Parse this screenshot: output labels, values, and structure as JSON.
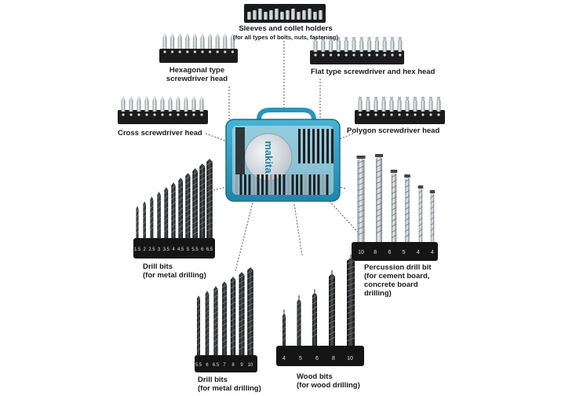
{
  "labels": {
    "sleeves_title": "Sleeves and collet holders",
    "sleeves_sub": "(for all types of bolts, nuts, fastening)",
    "hex_title_1": "Hexagonal type",
    "hex_title_2": "screwdriver head",
    "flat_title": "Flat type screwdriver and hex head",
    "cross_title": "Cross screwdriver head",
    "polygon_title": "Polygon screwdriver head",
    "drill_metal_left_1": "Drill bits",
    "drill_metal_left_2": "(for metal drilling)",
    "percussion_1": "Percussion drill bit",
    "percussion_2": "(for cement board,",
    "percussion_3": "concrete board",
    "percussion_4": "drilling)",
    "drill_metal_bottom_1": "Drill bits",
    "drill_metal_bottom_2": "(for metal drilling)",
    "wood_1": "Wood bits",
    "wood_2": "(for wood drilling)"
  },
  "brand": "makita",
  "stand_sizes": {
    "metal_left": [
      "1.5",
      "2",
      "2.5",
      "3",
      "3.5",
      "4",
      "4.5",
      "5",
      "5.5",
      "6",
      "6.5"
    ],
    "percussion": [
      "10",
      "8",
      "6",
      "5",
      "4",
      "4"
    ],
    "metal_bottom": [
      "5.5",
      "6",
      "6.5",
      "7",
      "8",
      "9",
      "10"
    ],
    "wood": [
      "4",
      "5",
      "6",
      "8",
      "10"
    ]
  },
  "colors": {
    "case_blue": "#2f9fc2",
    "bit_dark": "#1c1c1c",
    "chrome": "#c8cdd2",
    "stand": "#151515"
  }
}
